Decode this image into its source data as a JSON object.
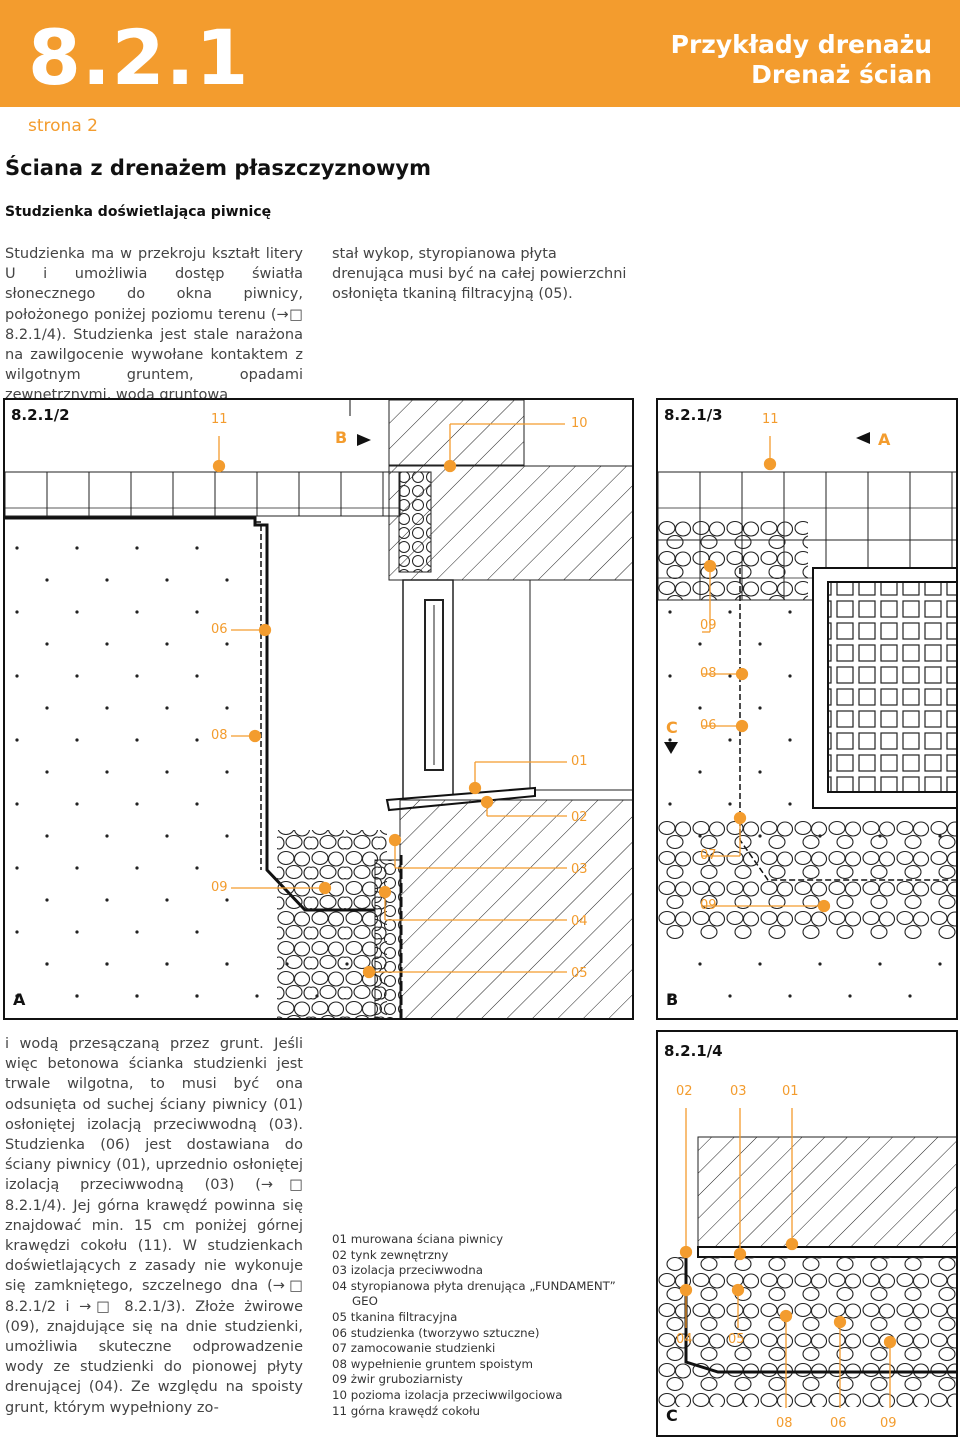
{
  "header": {
    "number": "8.2.1",
    "title_line1": "Przykłady drenażu",
    "title_line2": "Drenaż ścian"
  },
  "page_label": "strona 2",
  "main_title": "Ściana z drenażem płaszczyznowym",
  "sub_title": "Studzienka doświetlająca piwnicę",
  "col1_text": "Studzienka ma w przekroju kształt litery U i umożliwia dostęp światła słonecznego do okna piwnicy, położonego poniżej poziomu terenu (→□ 8.2.1/4). Studzienka jest stale narażona na zawilgocenie wywołane kontaktem z wilgotnym gruntem, opadami zewnętrznymi, wodą gruntową",
  "col2_text": "stał wykop, styropianowa płyta drenująca musi być na całej powierzchni osłonięta tkaniną filtracyjną (05).",
  "col3_text": "i wodą przesączaną przez grunt. Jeśli więc betonowa ścianka studzienki jest trwale wilgotna, to musi być ona odsunięta od suchej ściany piwnicy (01) osłoniętej izolacją przeciwwodną (03). Studzienka (06) jest dostawiana do ściany piwnicy (01), uprzednio osłoniętej izolacją przeciwwodną (03) (→□ 8.2.1/4). Jej górna krawędź powinna się znajdować min. 15 cm poniżej górnej krawędzi cokołu (11). W studzienkach doświetlających z zasady nie wykonuje się zamkniętego, szczelnego dna (→□ 8.2.1/2 i →□ 8.2.1/3). Złoże żwirowe (09), znajdujące się na dnie studzienki, umożliwia skuteczne odprowadzenie wody ze studzienki do pionowej płyty drenującej (04). Ze względu na spoisty grunt, którym wypełniony zo-",
  "legend": [
    "01 murowana ściana piwnicy",
    "02 tynk zewnętrzny",
    "03 izolacja przeciwwodna",
    "04 styropianowa płyta drenująca „FUNDAMENT”",
    "     GEO",
    "05 tkanina filtracyjna",
    "06 studzienka (tworzywo sztuczne)",
    "07 zamocowanie studzienki",
    "08 wypełnienie gruntem spoistym",
    "09 żwir gruboziarnisty",
    "10 pozioma izolacja przeciwwilgociowa",
    "11 górna krawędź cokołu"
  ],
  "fig2": {
    "label": "8.2.1/2",
    "c11": "11",
    "c10": "10",
    "sectB": "B",
    "c06": "06",
    "c08": "08",
    "c01": "01",
    "c02": "02",
    "c09": "09",
    "c03": "03",
    "c04": "04",
    "c05": "05",
    "boxA": "A"
  },
  "fig3": {
    "label": "8.2.1/3",
    "c11": "11",
    "sectA": "A",
    "c09a": "09",
    "c08": "08",
    "sectC": "C",
    "c06": "06",
    "c07": "07",
    "c09b": "09",
    "boxB": "B"
  },
  "fig4": {
    "label": "8.2.1/4",
    "c02": "02",
    "c03": "03",
    "c01": "01",
    "c04": "04",
    "c05": "05",
    "boxC": "C",
    "c08": "08",
    "c06": "06",
    "c09": "09"
  },
  "colors": {
    "accent": "#f39c2e",
    "ink": "#111111"
  }
}
